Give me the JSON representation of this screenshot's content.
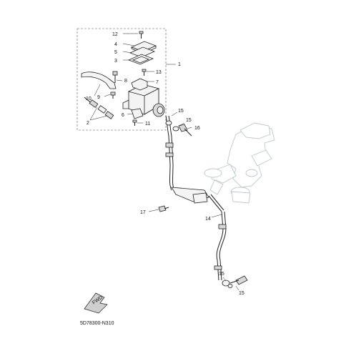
{
  "diagram": {
    "callouts": [
      "1",
      "2",
      "3",
      "4",
      "5",
      "6",
      "7",
      "8",
      "9",
      "10",
      "11",
      "12",
      "13",
      "14",
      "15",
      "15",
      "15",
      "15",
      "16",
      "17"
    ],
    "part_code": "5D78300-N310",
    "fwd_label": "FWD"
  }
}
